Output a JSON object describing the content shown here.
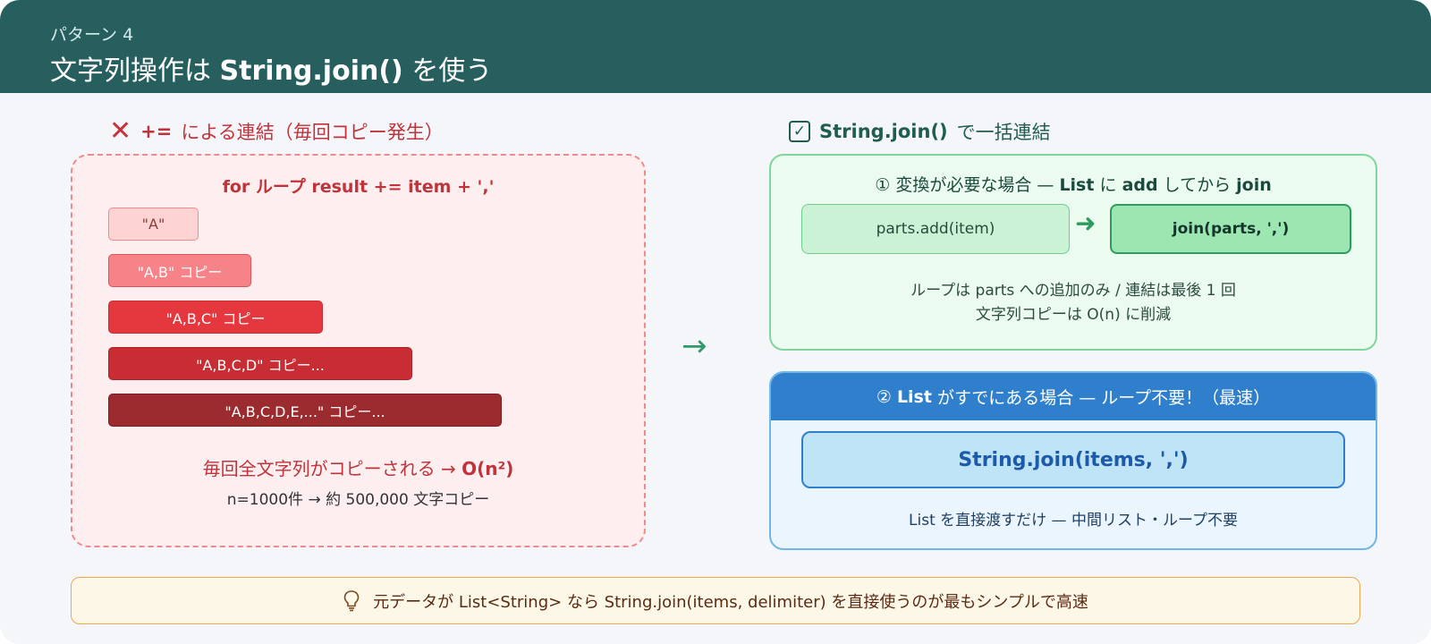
{
  "header": {
    "kicker": "パターン 4",
    "title_prefix": "文字列操作は",
    "title_code": "String.join()",
    "title_suffix": "を使う"
  },
  "left": {
    "heading_op": "+=",
    "heading_text": "による連結（毎回コピー発生）",
    "loop_title": "for ループ  result += item + ','",
    "bars": [
      "\"A\"",
      "\"A,B\" コピー",
      "\"A,B,C\" コピー",
      "\"A,B,C,D\" コピー...",
      "\"A,B,C,D,E,...\" コピー..."
    ],
    "cost_text": "毎回全文字列がコピーされる →",
    "cost_complexity": "O(n²)",
    "cost_note": "n=1000件 → 約 500,000 文字コピー"
  },
  "arrow_glyph": "→",
  "right": {
    "heading_code": "String.join()",
    "heading_text": "で一括連結",
    "box1": {
      "title_pre": "① 変換が必要な場合 —",
      "title_list": "List",
      "title_mid": "に",
      "title_add": "add",
      "title_mid2": "してから",
      "title_join": "join",
      "step1": "parts.add(item)",
      "step2": "join(parts, ',')",
      "note_line1": "ループは  parts への追加のみ / 連結は最後 1 回",
      "note_line2": "文字列コピーは  O(n) に削減"
    },
    "box2": {
      "head_pre": "②",
      "head_list": "List",
      "head_text": "がすでにある場合 — ループ不要！（最速）",
      "code": "String.join(items, ',')",
      "note": "List を直接渡すだけ — 中間リスト・ループ不要"
    }
  },
  "tip": {
    "text": "元データが  List<String> なら  String.join(items, delimiter) を直接使うのが最もシンプルで高速"
  }
}
